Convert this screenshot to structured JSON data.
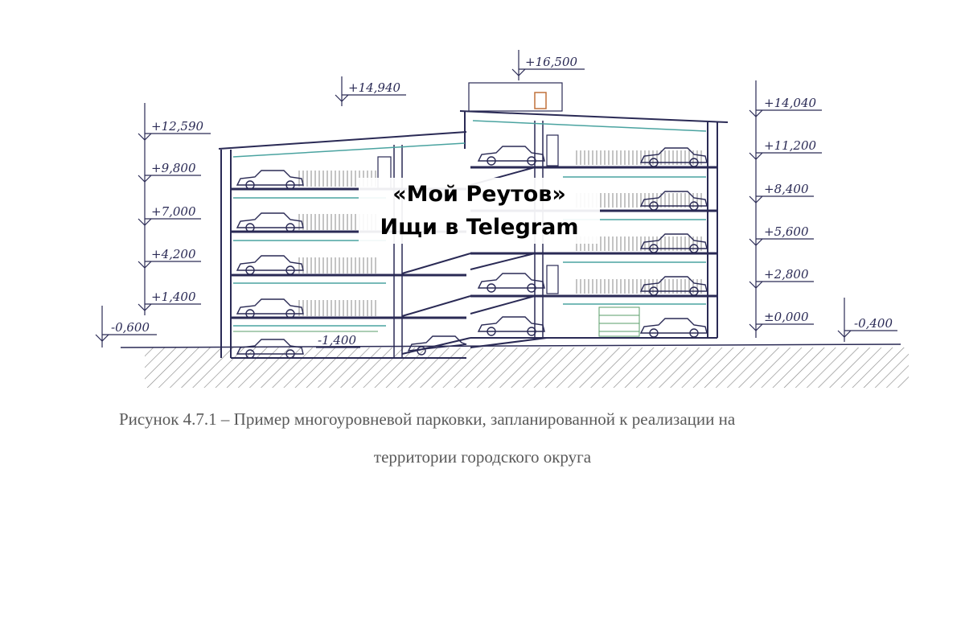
{
  "elevations_left": [
    "+12,590",
    "+9,800",
    "+7,000",
    "+4,200",
    "+1,400"
  ],
  "elevations_right": [
    "+14,040",
    "+11,200",
    "+8,400",
    "+5,600",
    "+2,800",
    "±0,000"
  ],
  "elevation_top_left": "+14,940",
  "elevation_top_center": "+16,500",
  "elevation_ground_left": "-0,600",
  "elevation_ground_right": "-0,400",
  "elevation_basement": "-1,400",
  "caption": {
    "line1": "Рисунок 4.7.1 – Пример многоуровневой парковки, запланированной к реализации на",
    "line2": "территории городского округа"
  },
  "watermark": {
    "line1": "«Мой Реутов»",
    "line2": "Ищи в Telegram"
  },
  "colors": {
    "line": "#2a2a55",
    "accent": "#4aa3a0",
    "hatch": "#888888",
    "ground_hatch": "#6b6b6b"
  }
}
